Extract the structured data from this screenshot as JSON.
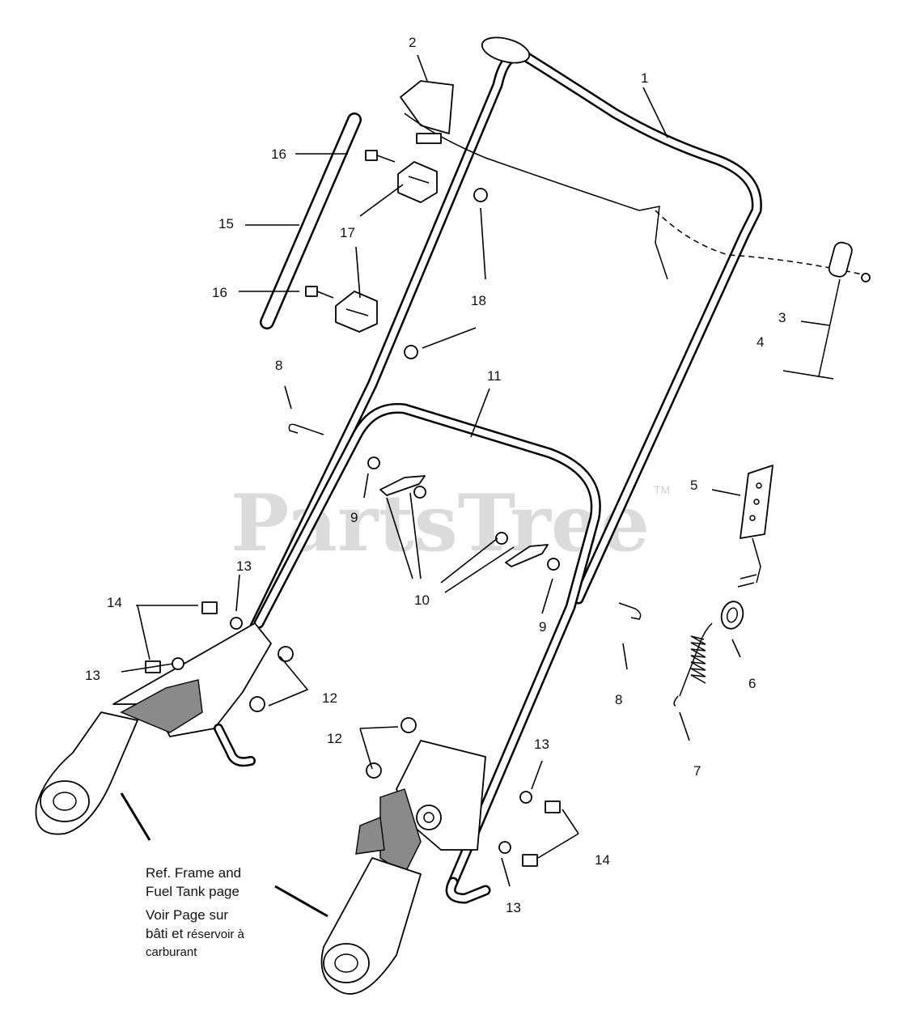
{
  "watermark": {
    "text": "PartsTree",
    "trademark": "TM"
  },
  "callouts": [
    {
      "id": "c1",
      "text": "1"
    },
    {
      "id": "c2",
      "text": "2"
    },
    {
      "id": "c3",
      "text": "3"
    },
    {
      "id": "c4",
      "text": "4"
    },
    {
      "id": "c5",
      "text": "5"
    },
    {
      "id": "c6",
      "text": "6"
    },
    {
      "id": "c7",
      "text": "7"
    },
    {
      "id": "c8a",
      "text": "8"
    },
    {
      "id": "c8b",
      "text": "8"
    },
    {
      "id": "c9a",
      "text": "9"
    },
    {
      "id": "c9b",
      "text": "9"
    },
    {
      "id": "c10",
      "text": "10"
    },
    {
      "id": "c11",
      "text": "11"
    },
    {
      "id": "c12a",
      "text": "12"
    },
    {
      "id": "c12b",
      "text": "12"
    },
    {
      "id": "c13a",
      "text": "13"
    },
    {
      "id": "c13b",
      "text": "13"
    },
    {
      "id": "c13c",
      "text": "13"
    },
    {
      "id": "c13d",
      "text": "13"
    },
    {
      "id": "c14a",
      "text": "14"
    },
    {
      "id": "c14b",
      "text": "14"
    },
    {
      "id": "c15",
      "text": "15"
    },
    {
      "id": "c16a",
      "text": "16"
    },
    {
      "id": "c16b",
      "text": "16"
    },
    {
      "id": "c17",
      "text": "17"
    },
    {
      "id": "c18",
      "text": "18"
    }
  ],
  "reference_note": {
    "line1": "Ref. Frame and",
    "line2": "Fuel Tank page",
    "line3": "Voir Page sur",
    "line4_a": "bâti et ",
    "line4_b": "réservoir à",
    "line5": "carburant"
  }
}
